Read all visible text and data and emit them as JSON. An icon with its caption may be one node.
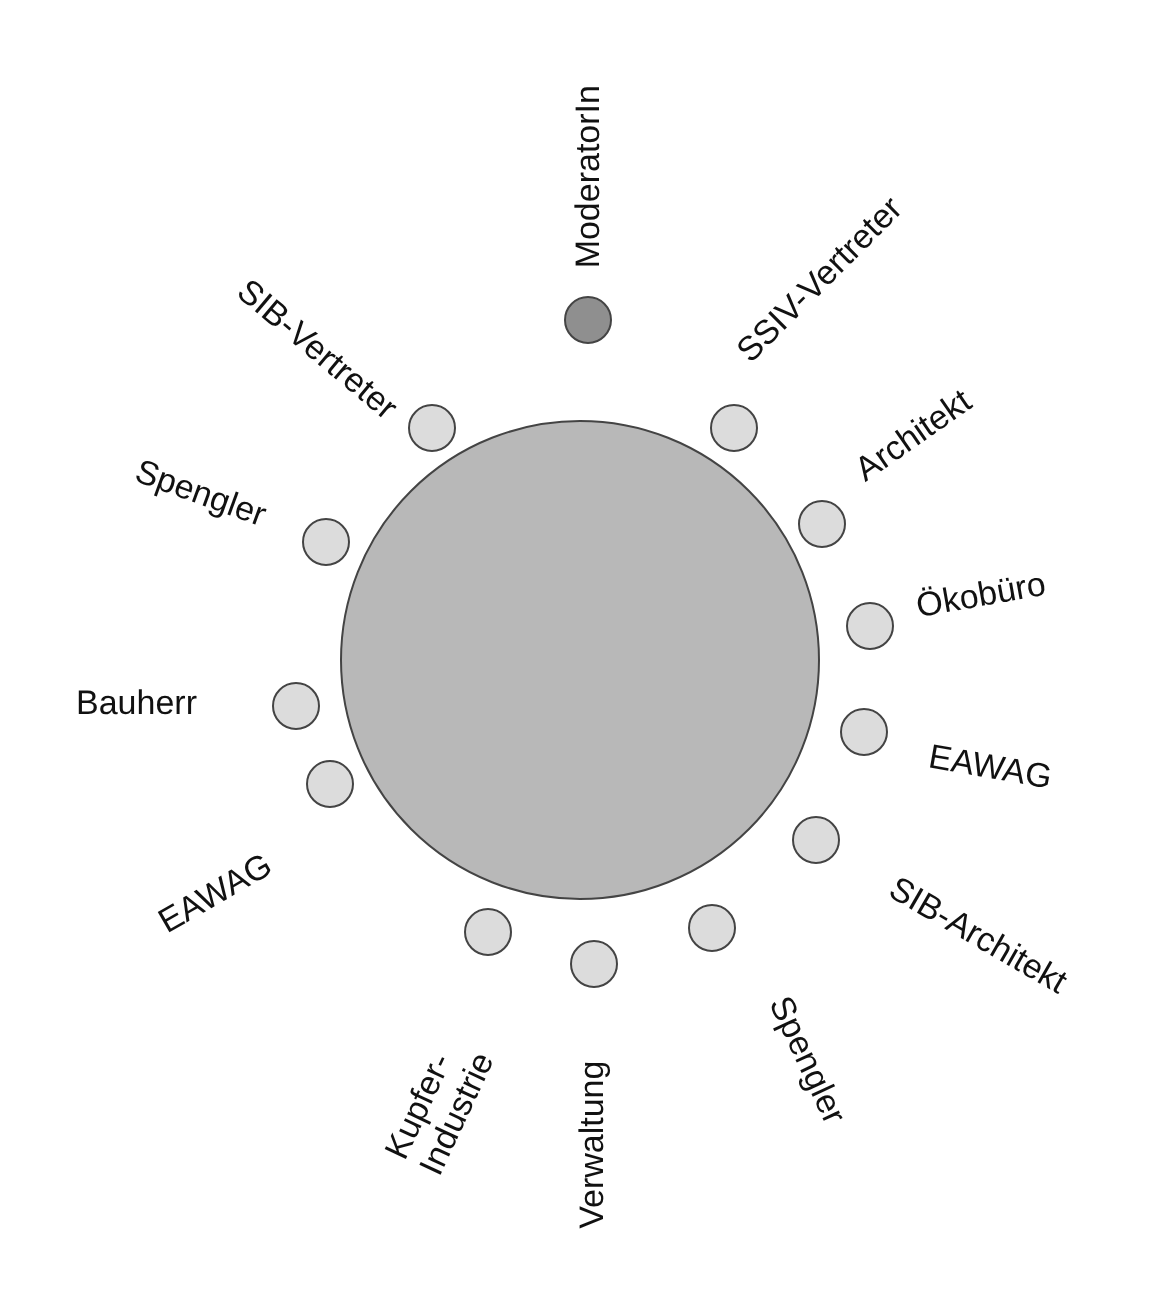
{
  "diagram": {
    "nodes": [
      {
        "text": [],
        "shape": "circle"
      },
      {
        "text": [],
        "shape": "circle",
        "beside": [
          "ModeratorIn"
        ]
      },
      {
        "text": [],
        "shape": "circle",
        "beside": [
          "SSIV-Vertreter"
        ]
      },
      {
        "text": [],
        "shape": "circle",
        "beside": [
          "Architekt"
        ]
      },
      {
        "text": [],
        "shape": "circle",
        "beside": [
          "Ökobüro"
        ]
      },
      {
        "text": [],
        "shape": "circle",
        "beside": [
          "EAWAG"
        ]
      },
      {
        "text": [],
        "shape": "circle",
        "beside": [
          "SIB-Architekt"
        ]
      },
      {
        "text": [],
        "shape": "circle",
        "beside": [
          "Spengler"
        ]
      },
      {
        "text": [],
        "shape": "circle",
        "beside": [
          "Verwaltung"
        ]
      },
      {
        "text": [],
        "shape": "circle",
        "beside": [
          "Kupfer-Industrie"
        ]
      },
      {
        "text": [],
        "shape": "circle",
        "beside": [
          "EAWAG"
        ]
      },
      {
        "text": [],
        "shape": "circle",
        "beside": [
          "Bauherr"
        ]
      },
      {
        "text": [],
        "shape": "circle",
        "beside": [
          "Spengler"
        ]
      },
      {
        "text": [],
        "shape": "circle",
        "beside": [
          "SIB-Vertreter"
        ]
      }
    ],
    "edges": []
  }
}
